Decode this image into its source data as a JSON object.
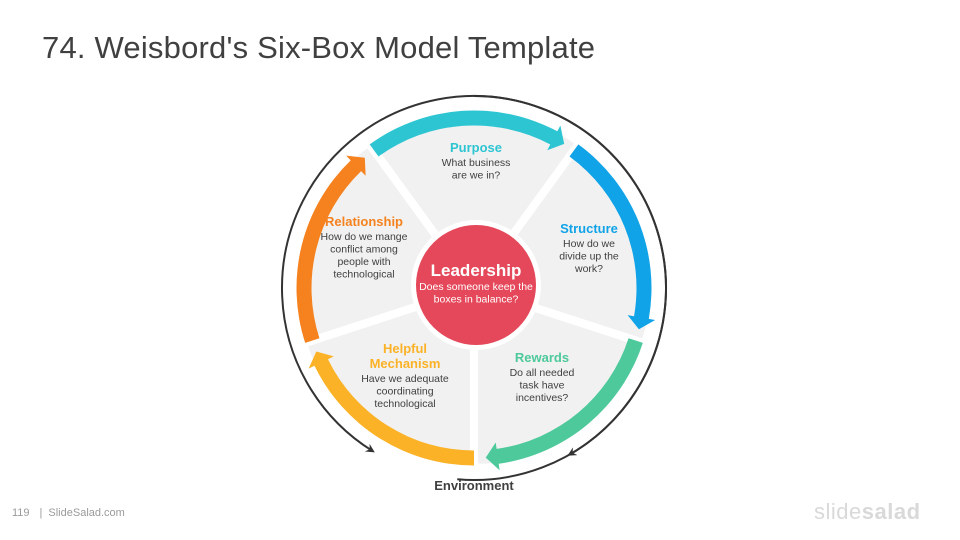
{
  "slide": {
    "title": "74. Weisbord's Six-Box Model Template",
    "page_number": "119",
    "source": "SlideSalad.com",
    "brand_light": "slide",
    "brand_bold": "salad"
  },
  "diagram": {
    "environment_label": "Environment",
    "center": {
      "title": "Leadership",
      "desc": [
        "Does someone keep the",
        "boxes in balance?"
      ],
      "color": "#e5485a"
    },
    "boxes": [
      {
        "key": "purpose",
        "title": [
          "Purpose"
        ],
        "desc": [
          "What business",
          "are we in?"
        ],
        "color": "#2ec5d3"
      },
      {
        "key": "structure",
        "title": [
          "Structure"
        ],
        "desc": [
          "How do we",
          "divide up the",
          "work?"
        ],
        "color": "#11a3e8"
      },
      {
        "key": "rewards",
        "title": [
          "Rewards"
        ],
        "desc": [
          "Do all needed",
          "task have",
          "incentives?"
        ],
        "color": "#4dc99b"
      },
      {
        "key": "helpful-mechanism",
        "title": [
          "Helpful",
          "Mechanism"
        ],
        "desc": [
          "Have we adequate",
          "coordinating",
          "technological"
        ],
        "color": "#fbb227"
      },
      {
        "key": "relationship",
        "title": [
          "Relationship"
        ],
        "desc": [
          "How do we mange",
          "conflict among",
          "people with",
          "technological"
        ],
        "color": "#f5821f"
      }
    ],
    "text_color": "#404040",
    "sector_fill": "#f1f1f1",
    "ring_color": "#333333"
  }
}
